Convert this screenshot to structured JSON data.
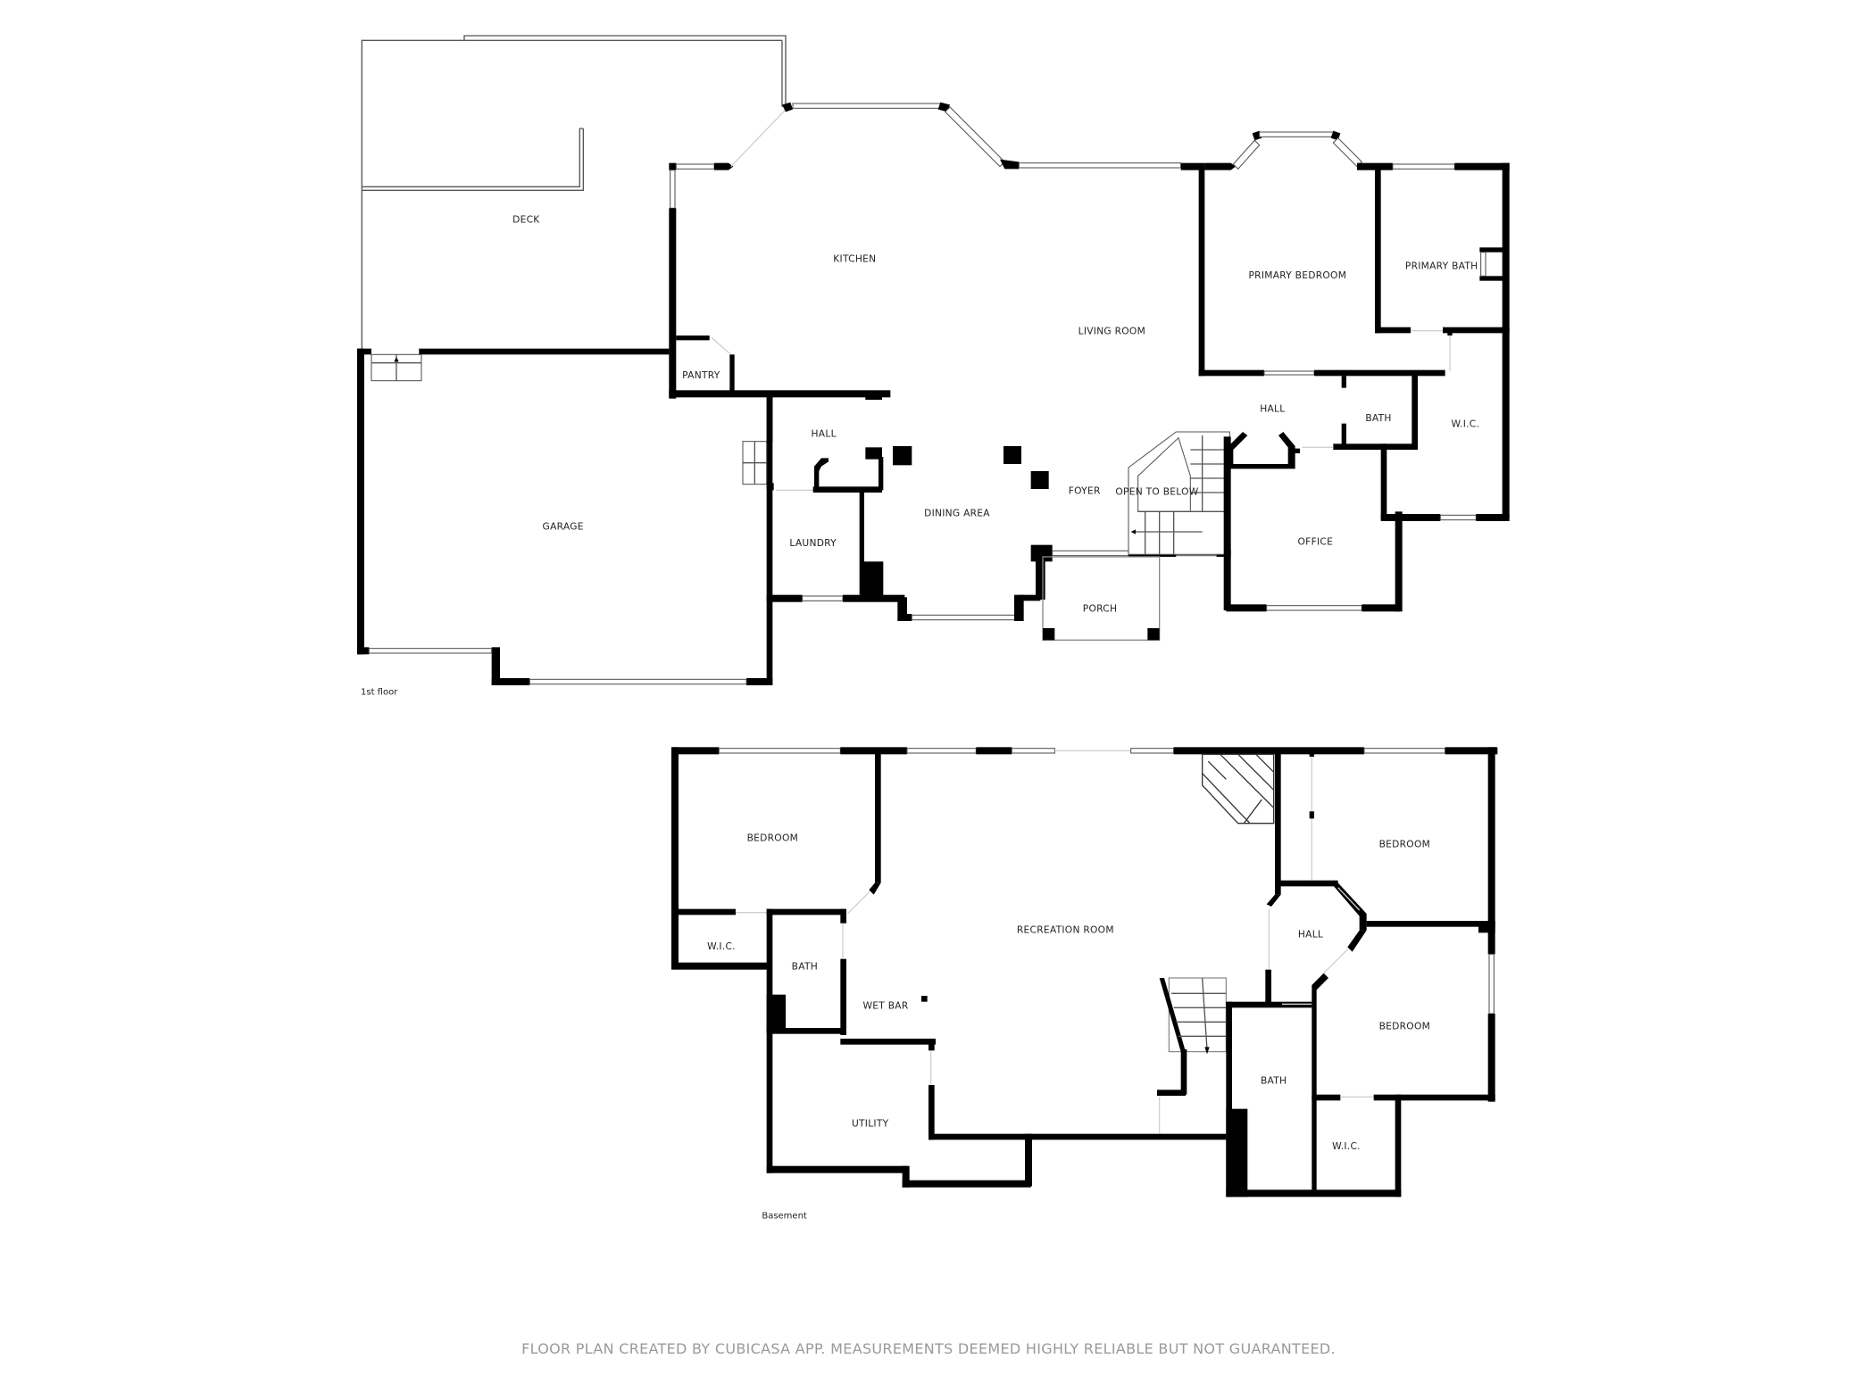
{
  "first_floor": {
    "label": "1st floor",
    "rooms": {
      "deck": "DECK",
      "kitchen": "KITCHEN",
      "living_room": "LIVING ROOM",
      "primary_bedroom": "PRIMARY BEDROOM",
      "primary_bath": "PRIMARY BATH",
      "pantry": "PANTRY",
      "hall_west": "HALL",
      "hall_east": "HALL",
      "bath": "BATH",
      "wic": "W.I.C.",
      "foyer": "FOYER",
      "open_to_below": "OPEN TO BELOW",
      "garage": "GARAGE",
      "dining_area": "DINING AREA",
      "laundry": "LAUNDRY",
      "office": "OFFICE",
      "porch": "PORCH"
    }
  },
  "basement": {
    "label": "Basement",
    "rooms": {
      "bedroom_west": "BEDROOM",
      "recreation_room": "RECREATION ROOM",
      "bedroom_ne": "BEDROOM",
      "hall": "HALL",
      "wic_west": "W.I.C.",
      "bath_west": "BATH",
      "wet_bar": "WET BAR",
      "bedroom_se": "BEDROOM",
      "bath_east": "BATH",
      "utility": "UTILITY",
      "wic_east": "W.I.C."
    }
  },
  "footer": {
    "disclaimer": "FLOOR PLAN CREATED BY CUBICASA APP. MEASUREMENTS DEEMED HIGHLY RELIABLE BUT NOT GUARANTEED."
  },
  "colors": {
    "wall": "#000000",
    "background": "#ffffff",
    "label": "#222222",
    "footer_text": "#9a9a9a"
  }
}
